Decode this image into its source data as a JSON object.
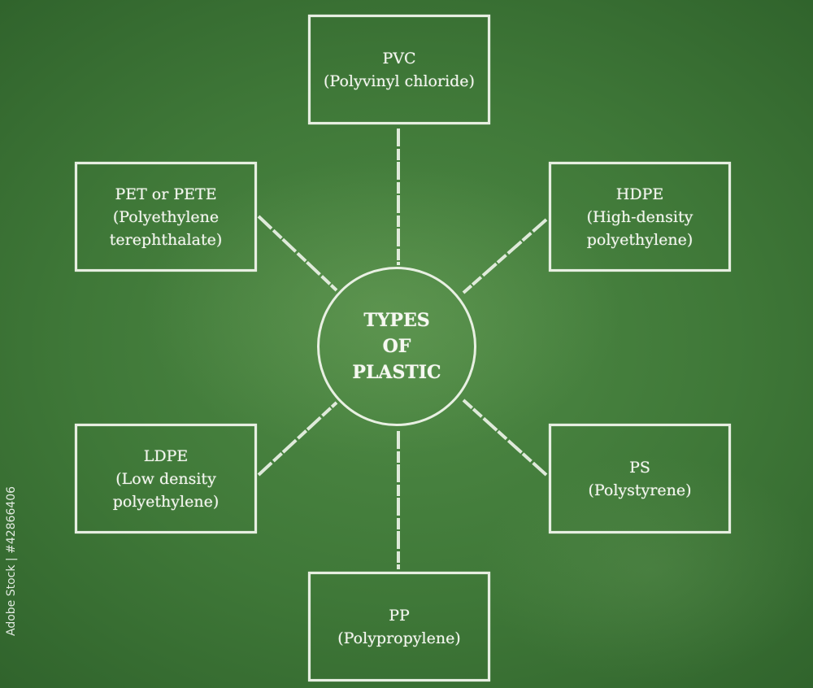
{
  "center": {
    "lines": [
      "TYPES",
      "OF",
      "PLASTIC"
    ]
  },
  "nodes": {
    "pvc": {
      "lines": [
        "PVC",
        "(Polyvinyl chloride)"
      ]
    },
    "pet": {
      "lines": [
        "PET or PETE",
        "(Polyethylene",
        "terephthalate)"
      ]
    },
    "hdpe": {
      "lines": [
        "HDPE",
        "(High-density",
        "polyethylene)"
      ]
    },
    "ldpe": {
      "lines": [
        "LDPE",
        "(Low density",
        "polyethylene)"
      ]
    },
    "ps": {
      "lines": [
        "PS",
        "(Polystyrene)"
      ]
    },
    "pp": {
      "lines": [
        "PP",
        "(Polypropylene)"
      ]
    }
  },
  "watermark": {
    "stock_id": "Adobe Stock | #42866406"
  },
  "colors": {
    "chalkboard": "#3f7838",
    "chalk": "#f4f6ef"
  }
}
